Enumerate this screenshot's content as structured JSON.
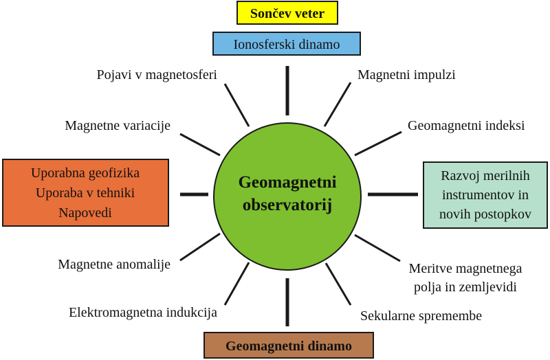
{
  "center": {
    "line1": "Geomagnetni",
    "line2": "observatorij",
    "color": "#7dbf2e"
  },
  "boxes": {
    "solar_wind": {
      "text": "Sončev veter",
      "color": "#ffff00"
    },
    "ionosphere": {
      "text": "Ionosferski dinamo",
      "color": "#6fb8e6"
    },
    "applied": {
      "line1": "Uporabna geofizika",
      "line2": "Uporaba v tehniki",
      "line3": "Napovedi",
      "color": "#e8703a"
    },
    "development": {
      "line1": "Razvoj merilnih",
      "line2": "instrumentov in",
      "line3": "novih postopkov",
      "color": "#b6e0cc"
    },
    "geodynamo": {
      "text": "Geomagnetni dinamo",
      "color": "#b77a4e"
    }
  },
  "labels": {
    "magnetosphere": "Pojavi v magnetosferi",
    "pulsations": "Magnetni impulzi",
    "variations": "Magnetne variacije",
    "indices": "Geomagnetni indeksi",
    "anomalies": "Magnetne anomalije",
    "measurements_1": "Meritve magnetnega",
    "measurements_2": "polja in zemljevidi",
    "induction": "Elektromagnetna indukcija",
    "secular": "Sekularne spremembe"
  }
}
